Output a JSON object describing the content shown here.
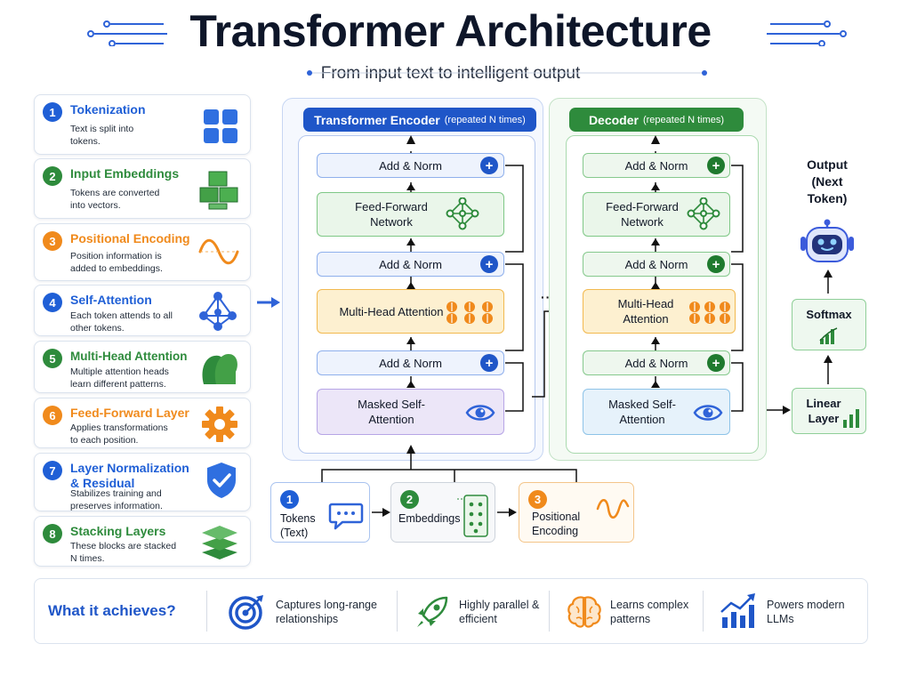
{
  "title": "Transformer Architecture",
  "subtitle": "From input text to intelligent output",
  "steps": [
    {
      "num": "1",
      "title": "Tokenization",
      "desc": "Text is split into tokens.",
      "icon": "grid-icon",
      "color": "#1f5fd6"
    },
    {
      "num": "2",
      "title": "Input Embeddings",
      "desc": "Tokens are converted into vectors.",
      "icon": "cubes-icon",
      "color": "#2e8b3c"
    },
    {
      "num": "3",
      "title": "Positional Encoding",
      "desc": "Position information is added to embeddings.",
      "icon": "wave-icon",
      "color": "#f08a1c"
    },
    {
      "num": "4",
      "title": "Self-Attention",
      "desc": "Each token attends to all other tokens.",
      "icon": "network-icon",
      "color": "#1f5fd6"
    },
    {
      "num": "5",
      "title": "Multi-Head Attention",
      "desc": "Multiple attention heads learn different patterns.",
      "icon": "heads-icon",
      "color": "#2e8b3c"
    },
    {
      "num": "6",
      "title": "Feed-Forward Layer",
      "desc": "Applies transformations to each position.",
      "icon": "gear-icon",
      "color": "#f08a1c"
    },
    {
      "num": "7",
      "title": "Layer Normalization & Residual",
      "desc": "Stabilizes training and preserves information.",
      "icon": "shield-check-icon",
      "color": "#1f5fd6"
    },
    {
      "num": "8",
      "title": "Stacking Layers",
      "desc": "These blocks are stacked N times.",
      "icon": "layers-icon",
      "color": "#2e8b3c"
    }
  ],
  "encoder": {
    "header": "Transformer Encoder",
    "header_note": "(repeated N times)",
    "add_norm": "Add & Norm",
    "ffn": "Feed-Forward Network",
    "mha": "Multi-Head Attention",
    "masked": "Masked Self-Attention"
  },
  "decoder": {
    "header": "Decoder",
    "header_note": "(repeated N times)",
    "add_norm": "Add & Norm",
    "ffn": "Feed-Forward Network",
    "mha": "Multi-Head Attention",
    "masked": "Masked Self-Attention"
  },
  "ellipsis": "···",
  "flow": [
    {
      "num": "1",
      "label": "Tokens (Text)",
      "icon": "chat-bubble-icon",
      "color": "#1f5fd6"
    },
    {
      "num": "2",
      "label": "Embeddings",
      "icon": "matrix-icon",
      "color": "#2e8b3c"
    },
    {
      "num": "3",
      "label": "Positional Encoding",
      "icon": "wave-icon",
      "color": "#f08a1c"
    }
  ],
  "output": {
    "label": "Output (Next Token)",
    "softmax": "Softmax",
    "linear": "Linear Layer",
    "icon": "robot-icon"
  },
  "achieve": {
    "heading": "What it achieves?",
    "items": [
      {
        "text": "Captures long-range relationships",
        "icon": "target-icon"
      },
      {
        "text": "Highly parallel & efficient",
        "icon": "rocket-icon"
      },
      {
        "text": "Learns complex patterns",
        "icon": "brain-icon"
      },
      {
        "text": "Powers modern LLMs",
        "icon": "trend-chart-icon"
      }
    ]
  },
  "colors": {
    "blue": "#1f5fd6",
    "green": "#2e8b3c",
    "orange": "#f08a1c"
  }
}
